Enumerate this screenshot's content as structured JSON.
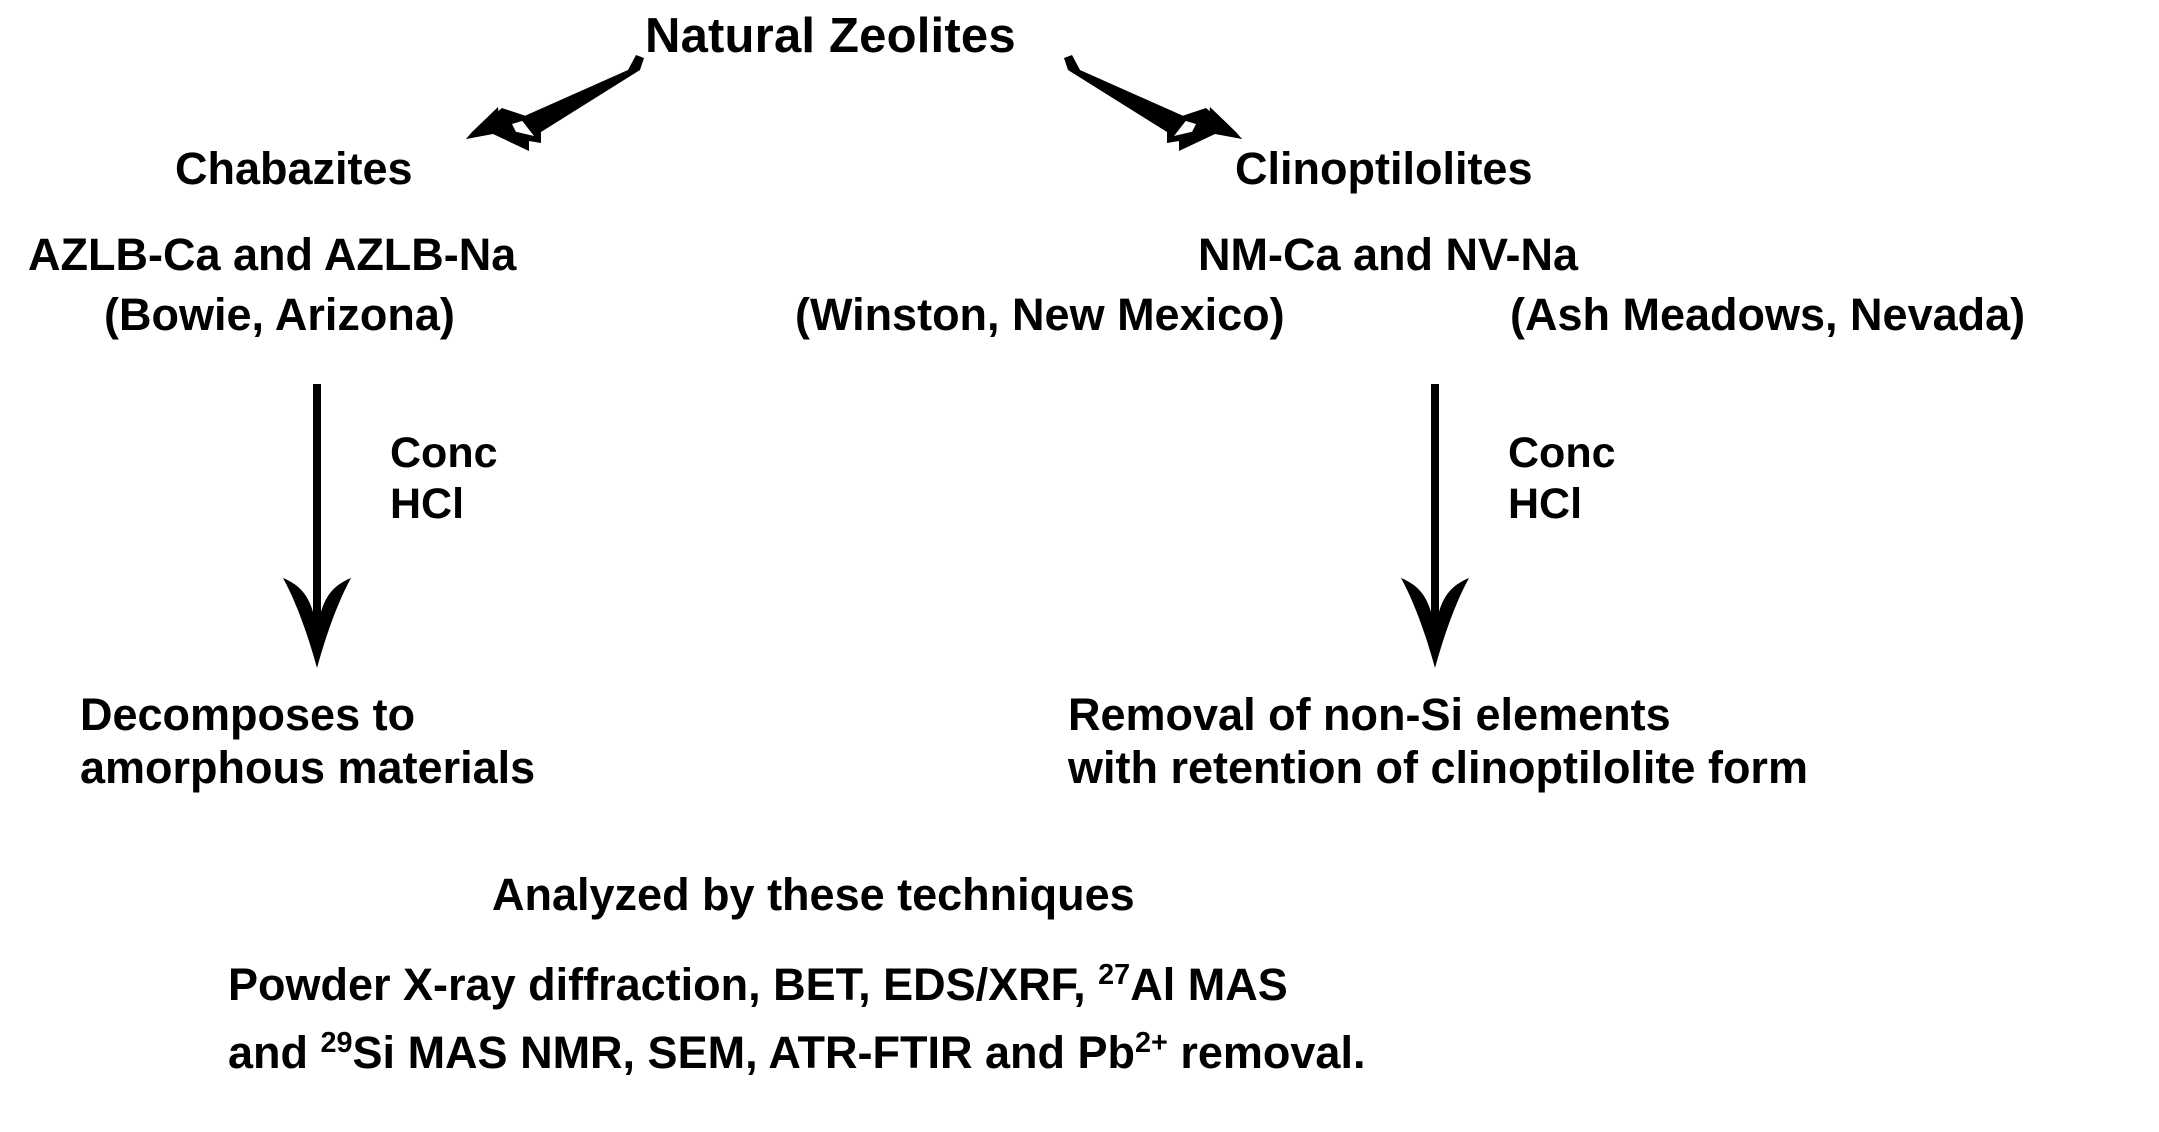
{
  "figure": {
    "type": "flowchart",
    "title": "Natural Zeolites",
    "background_color": "#ffffff",
    "text_color": "#000000"
  },
  "root": {
    "label": "Natural Zeolites"
  },
  "branches": {
    "left": {
      "class_label": "Chabazites",
      "samples": "AZLB-Ca and AZLB-Na",
      "origin": "(Bowie, Arizona)",
      "treatment_line1": "Conc",
      "treatment_line2": "HCl",
      "outcome_line1": "Decomposes to",
      "outcome_line2": "amorphous materials"
    },
    "right": {
      "class_label": "Clinoptilolites",
      "samples": "NM-Ca and NV-Na",
      "origin_1": "(Winston, New Mexico)",
      "origin_2": "(Ash Meadows, Nevada)",
      "treatment_line1": "Conc",
      "treatment_line2": "HCl",
      "outcome_line1": "Removal of non-Si elements",
      "outcome_line2": "with retention of clinoptilolite form"
    }
  },
  "footer": {
    "heading": "Analyzed by these techniques",
    "techniques_line1_part1": "Powder X-ray diffraction, BET, EDS/XRF, ",
    "techniques_line1_sup": "27",
    "techniques_line1_part2": "Al MAS",
    "techniques_line2_part1": "and ",
    "techniques_line2_sup1": "29",
    "techniques_line2_part2": "Si MAS NMR, SEM, ATR-FTIR and Pb",
    "techniques_line2_sup2": "2+",
    "techniques_line2_part3": " removal."
  },
  "arrows": {
    "split_left": "arrow-down-left",
    "split_right": "arrow-down-right",
    "treatment_left": "arrow-down",
    "treatment_right": "arrow-down"
  }
}
